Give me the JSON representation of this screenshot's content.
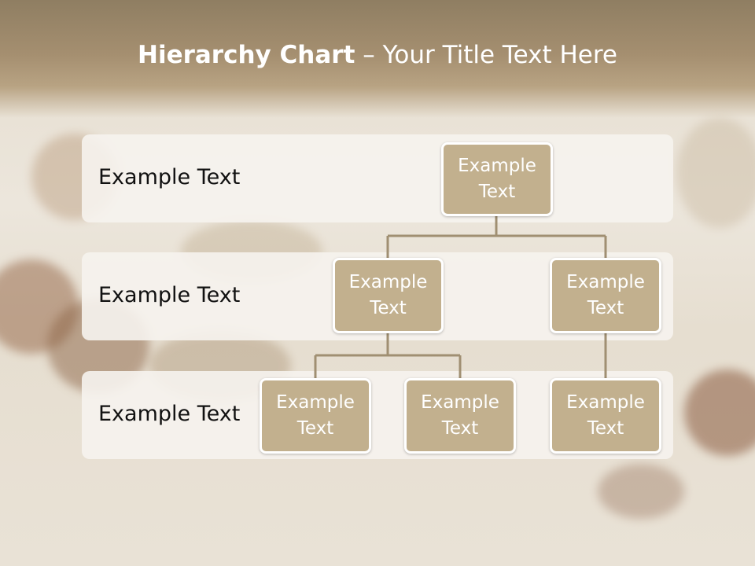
{
  "slide": {
    "title_bold": "Hierarchy Chart",
    "title_rest": " – Your Title Text Here"
  },
  "levels": [
    {
      "label": "Example Text"
    },
    {
      "label": "Example Text"
    },
    {
      "label": "Example Text"
    }
  ],
  "nodes": {
    "root": "Example Text",
    "l2_left": "Example Text",
    "l2_right": "Example Text",
    "l3_a": "Example Text",
    "l3_b": "Example Text",
    "l3_c": "Example Text"
  },
  "colors": {
    "node_fill": "#c2b08e",
    "node_border": "#ffffff",
    "connector": "#a08f72",
    "band": "#f6f3ee"
  }
}
